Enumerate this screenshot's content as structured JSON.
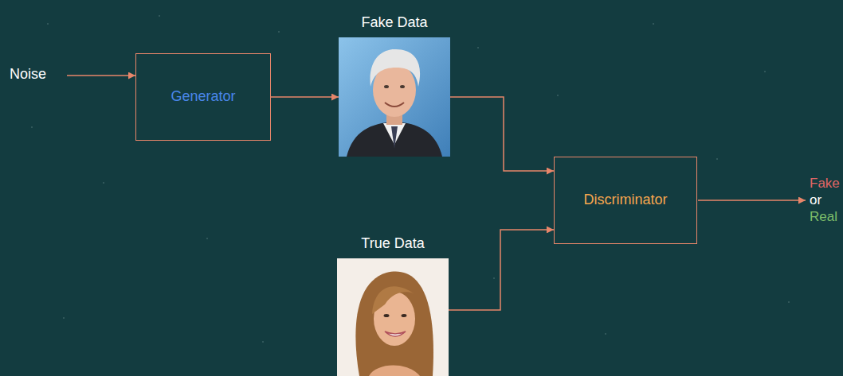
{
  "diagram": {
    "nodes": [
      {
        "text": [
          "Generator"
        ]
      },
      {
        "text": [
          "Fake Data"
        ]
      },
      {
        "text": [
          "Discriminator"
        ]
      },
      {
        "text": [
          "True Data"
        ]
      }
    ],
    "edges": [
      {
        "from": 0,
        "to": 1,
        "arrow": "to"
      },
      {
        "from": 1,
        "to": 2,
        "arrow": "to"
      },
      {
        "from": 3,
        "to": 2,
        "arrow": "to"
      }
    ],
    "labels": [
      "Noise",
      "Fake",
      "or",
      "Real"
    ]
  }
}
